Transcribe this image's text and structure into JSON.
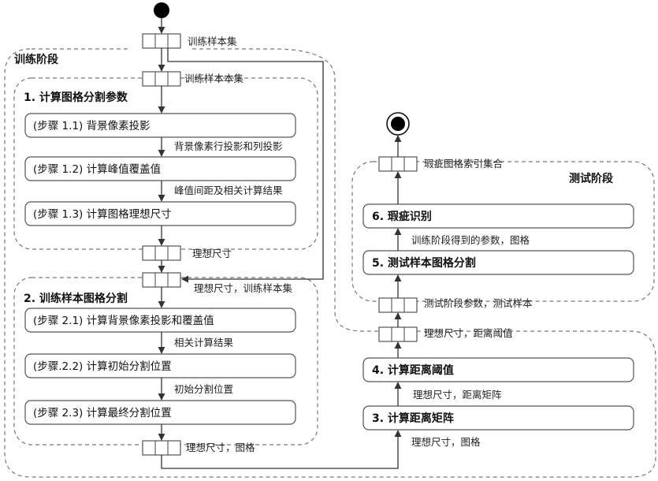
{
  "diagram": {
    "regions": {
      "training": "训练阶段",
      "testing": "测试阶段"
    },
    "subregions": {
      "grid_params": "1. 计算图格分割参数",
      "train_sample_split": "2. 训练样本图格分割"
    },
    "steps": {
      "s11": "(步骤 1.1) 背景像素投影",
      "s12": "(步骤 1.2) 计算峰值覆盖值",
      "s13": "(步骤 1.3) 计算图格理想尺寸",
      "s21": "(步骤 2.1) 计算背景像素投影和覆盖值",
      "s22": "(步骤.2.2) 计算初始分割位置",
      "s23": "(步骤 2.3) 计算最终分割位置",
      "a3": "3. 计算距离矩阵",
      "a4": "4. 计算距离阈值",
      "a5": "5. 测试样本图格分割",
      "a6": "6. 瑕疵识别"
    },
    "flow_labels": {
      "p1": "训练样本集",
      "p2": "训练样本本集",
      "f11": "背景像素行投影和列投影",
      "f12": "峰值间距及相关计算结果",
      "p3": "理想尺寸",
      "p4": "理想尺寸，训练样本集",
      "f21": "相关计算结果",
      "f22": "初始分割位置",
      "p5": "理想尺寸，图格",
      "f3": "理想尺寸，图格",
      "f4": "理想尺寸，距离矩阵",
      "p6": "理想尺寸，距离阈值",
      "p7": "测试阶段参数，测试样本",
      "f5": "训练阶段得到的参数，图格",
      "p8": "瑕疵图格索引集合"
    }
  }
}
